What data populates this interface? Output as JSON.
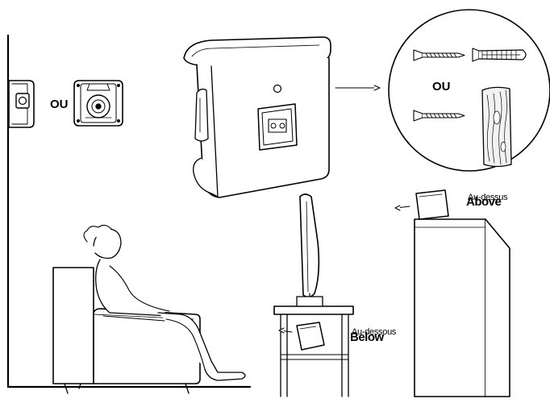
{
  "labels": {
    "ou": "OU",
    "above_en": "Above",
    "above_fr": "Au-dessus",
    "below_en": "Below",
    "below_fr": "Au-dessous"
  },
  "colors": {
    "line": "#000000",
    "fill": "#ffffff",
    "wood": "#f2f2f2"
  }
}
